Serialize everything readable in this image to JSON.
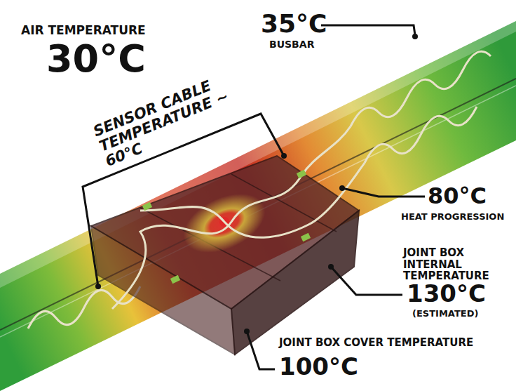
{
  "diagram": {
    "labels": [
      "AIR TEMPERATURE",
      "30°C",
      "35°C",
      "BUSBAR",
      "SENSOR CABLE TEMPERATURE ~ 60°C",
      "80°C",
      "HEAT PROGRESSION",
      "JOINT BOX INTERNAL TEMPERATURE",
      "130°C",
      "(ESTIMATED)",
      "JOINT BOX COVER TEMPERATURE",
      "100°C"
    ]
  }
}
